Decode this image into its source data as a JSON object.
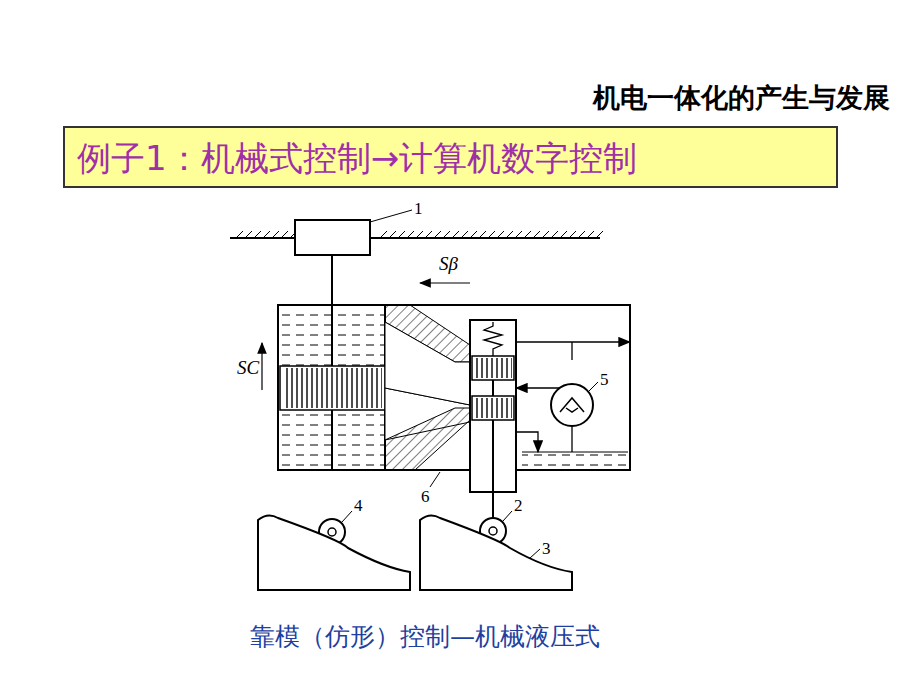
{
  "diagram": {
    "title": "机电一体化的产生与发展",
    "caption": "靠模（仿形）控制—机械液压式",
    "nodes": [
      {
        "text": [
          "例子1：机械式控制→计算机数字控制"
        ]
      }
    ],
    "labels": [
      "1",
      "Sβ",
      "SC",
      "5",
      "6",
      "4",
      "2",
      "3"
    ]
  }
}
